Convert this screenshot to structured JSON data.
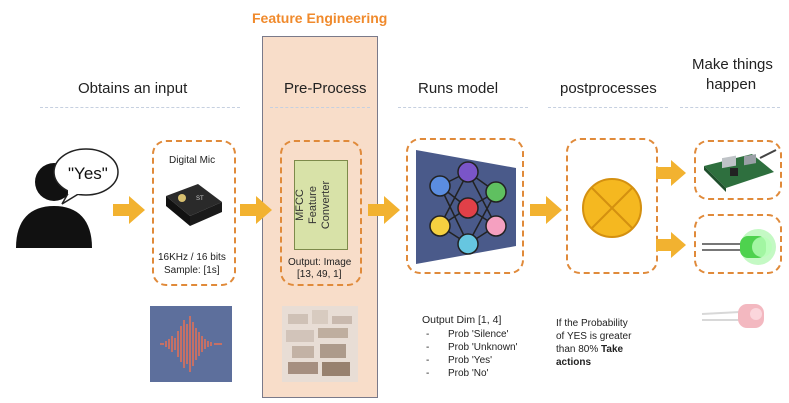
{
  "header": {
    "feature_engineering": "Feature Engineering"
  },
  "stages": {
    "input": "Obtains an input",
    "preprocess": "Pre-Process",
    "model": "Runs model",
    "postprocess": "postprocesses",
    "action_line1": "Make things",
    "action_line2": "happen"
  },
  "speech": {
    "bubble": "\"Yes\""
  },
  "mic": {
    "title": "Digital Mic",
    "spec": "16KHz / 16 bits",
    "sample": "Sample: [1s]"
  },
  "mfcc": {
    "line1": "MFCC",
    "line2": "Feature",
    "line3": "Converter",
    "output_line1": "Output: Image",
    "output_line2": "[13, 49, 1]"
  },
  "model": {
    "output_dim": "Output Dim [1, 4]",
    "probs": [
      "Prob 'Silence'",
      "Prob 'Unknown'",
      "Prob 'Yes'",
      "Prob 'No'"
    ]
  },
  "post": {
    "line1": "If the  Probability",
    "line2": "of YES is greater",
    "line3_plain": "than 80% ",
    "line3_bold": "Take",
    "line4_bold": "actions"
  },
  "colors": {
    "accent_orange": "#e08a3a",
    "arrow_yellow": "#f2b230",
    "preprocess_fill": "#f8ddc9",
    "mfcc_fill": "#d8e2a8",
    "post_circle": "#f5b820",
    "led_green": "#4ed24e",
    "led_red": "#f3b8c0"
  }
}
